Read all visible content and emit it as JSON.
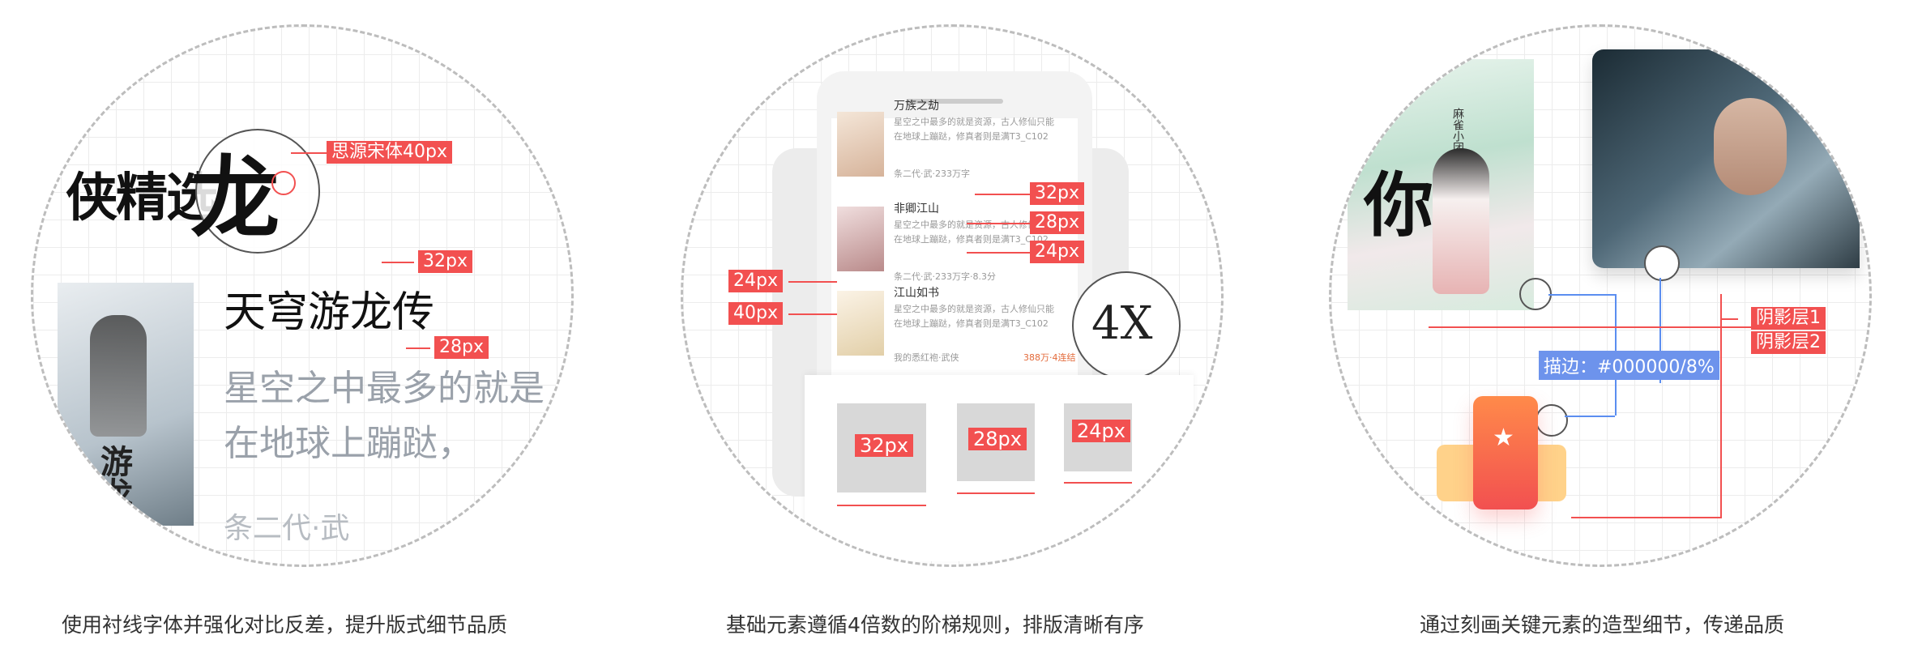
{
  "panel1": {
    "serif_line": "侠精选",
    "zoom_char": "龙",
    "font_tag": "思源宋体40px",
    "size_tag_32": "32px",
    "size_tag_28": "28px",
    "book_title": "天穹游龙传",
    "desc_line1": "星空之中最多的就是",
    "desc_line2": "在地球上蹦跶，",
    "meta_line": "条二代·武",
    "book_cover_text": "游龙传",
    "caption": "使用衬线字体并强化对比反差，提升版式细节品质"
  },
  "panel2": {
    "list_items": [
      {
        "title": "万族之劫",
        "desc": "星空之中最多的就是资源，古人修仙只能在地球上蹦跶，修真者则是满T3_C102",
        "meta": "条二代·武·233万字"
      },
      {
        "title": "非卿江山",
        "desc": "星空之中最多的就是资源，古人修仙只能在地球上蹦跶，修真者则是满T3_C102",
        "meta": "条二代·武·233万字·8.3分"
      },
      {
        "title": "江山如书",
        "desc": "星空之中最多的就是资源，古人修仙只能在地球上蹦跶，修真者则是满T3_C102",
        "meta": "我的悉红袍·武侠",
        "meta2": "388万·4连结"
      }
    ],
    "tag_32": "32px",
    "tag_28": "28px",
    "tag_24": "24px",
    "tag_left_24": "24px",
    "tag_left_40": "40px",
    "zoom_label": "4X",
    "box_32": "32px",
    "box_28": "28px",
    "box_24": "24px",
    "caption": "基础元素遵循4倍数的阶梯规则，排版清晰有序"
  },
  "panel3": {
    "cover_title": "麻雀小团子",
    "calligraphy": "你",
    "shadow_1": "阴影层1",
    "shadow_2": "阴影层2",
    "stroke_label": "描边：#000000/8%",
    "star_icon": "star",
    "caption": "通过刻画关键元素的造型细节，传递品质"
  },
  "colors": {
    "accent_red": "#f25050",
    "blue_line": "#5b8ef0",
    "dashed_border": "#bdbdbd"
  }
}
